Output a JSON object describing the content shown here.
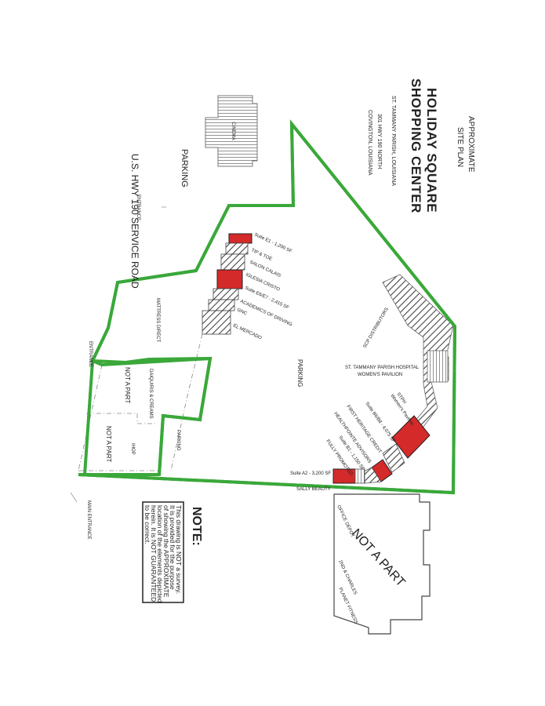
{
  "header": {
    "line1": "APPROXIMATE",
    "line2": "SITE PLAN",
    "center_name_1": "HOLIDAY SQUARE",
    "center_name_2": "SHOPPING CENTER",
    "parish": "ST. TAMMANY PARISH, LOUISIANA",
    "address_1": "301 HWY 190 NORTH",
    "address_2": "COVINGTON, LOUISIANA"
  },
  "roads": {
    "service_road": "U.S. HWY 190 SERVICE ROAD",
    "parking_left": "PARKING",
    "parking_center": "PARKING",
    "parking_small": "PARKING",
    "entrance_top": "ENTRANCE",
    "entrance_mid": "ENTRANCE",
    "main_entrance": "MAIN ENTRANCE"
  },
  "buildings": {
    "cinema": "CINEMA",
    "not_a_part_big": "NOT A PART",
    "not_a_part_1": "NOT A PART",
    "not_a_part_2": "NOT A PART",
    "mattress_direct": "MATTRESS DIRECT",
    "daiquiris": "DAIQUIRIS & CREAMS",
    "ihop": "IHOP"
  },
  "tenants_left": {
    "suite_e1": "Suite E1 - 1,200 SF",
    "tip_toe": "TIP & TOE",
    "salon": "SALON CALAIS",
    "iglesia": "IGLESIA CRISTO",
    "suite_e6": "Suite E6/E7 - 2,415 SF",
    "academics": "ACADEMICS OF DRIVING",
    "gnc": "GNC",
    "el_mercado": "EL MERCADO"
  },
  "tenants_right": {
    "scp": "SCP DISTRIBUTORS",
    "hospital_1": "ST. TAMMANY PARISH HOSPITAL",
    "hospital_2": "WOMEN'S PAVILION",
    "stph_1": "STPH",
    "stph_2": "Women's Pavilion",
    "suite_b6": "Suite B6/B8 - 4,075 SF",
    "first_heritage": "FIRST HERITAGE CREDIT",
    "healthpointe": "HEALTHPOINTE ADVISORS",
    "suite_b1": "Suite B1 - 1,150 SF",
    "fully_promoted": "FULLY PROMOTED",
    "suite_a2": "Suite A2 - 3,200 SF",
    "sally_beauty": "SALLY BEAUTY",
    "office_depot": "OFFICE DEPOT",
    "charles": "2ND & CHARLES",
    "planet_fitness": "PLANET FITNESS"
  },
  "note": {
    "title": "NOTE:",
    "line1": "This drawing is NOT a survey.",
    "line2": "It is provided for the purpose",
    "line3": "of showing the APPROXIMATE",
    "line4": "location of the elements depicted",
    "line5": "herein. It is NOT GUARANTEED",
    "line6": "to be correct."
  },
  "colors": {
    "boundary": "#3aa83a",
    "vacant": "#d42a2a",
    "line": "#555555"
  }
}
